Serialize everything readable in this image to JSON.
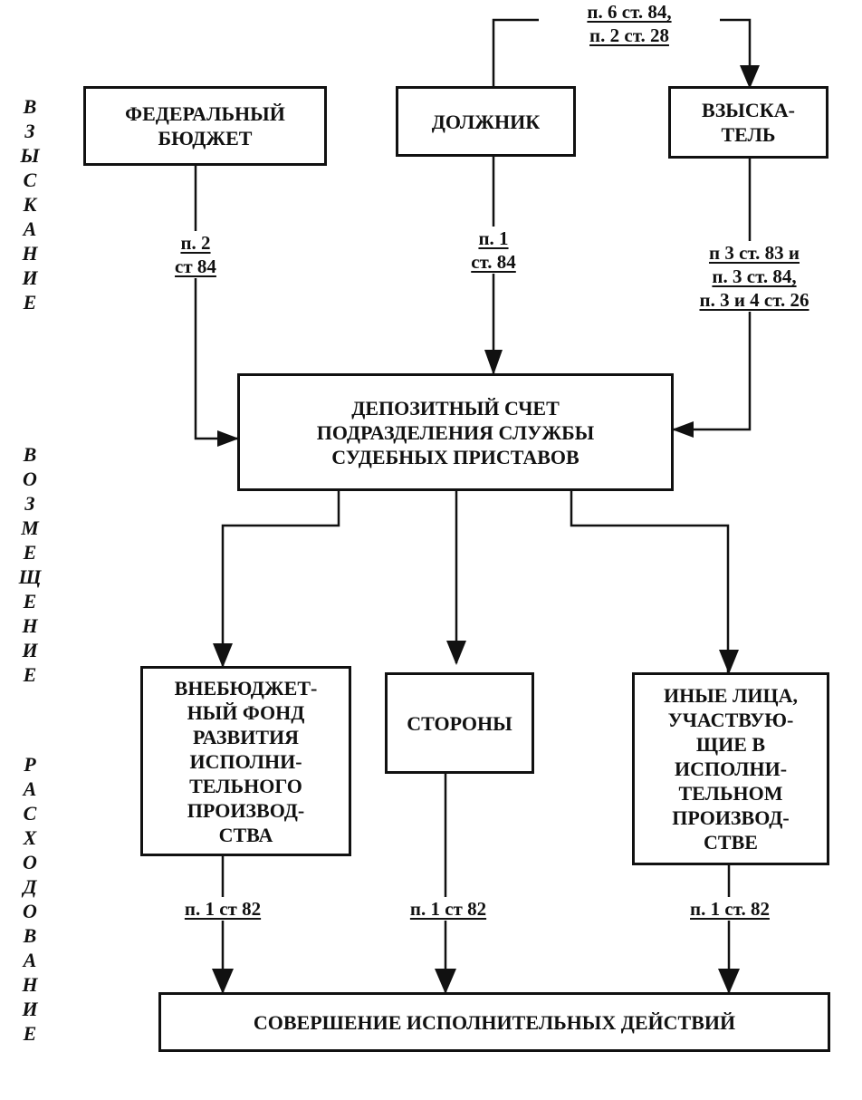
{
  "side_labels": {
    "vzyskanie": "ВЗЫСКАНИЕ",
    "vozmeshchenie": "ВОЗМЕЩЕНИЕ",
    "raskhodovanie": "РАСХОДОВАНИЕ"
  },
  "nodes": {
    "federal_budget": "ФЕДЕРАЛЬНЫЙ\nБЮДЖЕТ",
    "debtor": "ДОЛЖНИК",
    "claimant": "ВЗЫСКА-\nТЕЛЬ",
    "deposit_account": "ДЕПОЗИТНЫЙ СЧЕТ\nПОДРАЗДЕЛЕНИЯ СЛУЖБЫ\nСУДЕБНЫХ ПРИСТАВОВ",
    "extrabudget_fund": "ВНЕБЮДЖЕТ-\nНЫЙ ФОНД\nРАЗВИТИЯ\nИСПОЛНИ-\nТЕЛЬНОГО\nПРОИЗВОД-\nСТВА",
    "parties": "СТОРОНЫ",
    "other_persons": "ИНЫЕ ЛИЦА,\nУЧАСТВУЮ-\nЩИЕ В\nИСПОЛНИ-\nТЕЛЬНОМ\nПРОИЗВОД-\nСТВЕ",
    "enforcement_actions": "СОВЕРШЕНИЕ ИСПОЛНИТЕЛЬНЫХ ДЕЙСТВИЙ"
  },
  "edge_labels": {
    "debtor_to_claimant": "п. 6 ст. 84,\nп. 2 ст. 28",
    "budget_to_deposit": "п. 2\nст 84",
    "debtor_to_deposit": "п. 1\nст. 84",
    "claimant_to_deposit": "п 3 ст. 83 и\nп. 3 ст. 84,\nп. 3 и 4 ст. 26",
    "fund_to_actions": "п. 1 ст 82",
    "parties_to_actions": "п. 1 ст 82",
    "others_to_actions": "п. 1 ст. 82"
  },
  "edges": [
    {
      "from": "debtor",
      "to": "claimant",
      "label": "debtor_to_claimant"
    },
    {
      "from": "federal_budget",
      "to": "deposit_account",
      "label": "budget_to_deposit"
    },
    {
      "from": "debtor",
      "to": "deposit_account",
      "label": "debtor_to_deposit"
    },
    {
      "from": "claimant",
      "to": "deposit_account",
      "label": "claimant_to_deposit"
    },
    {
      "from": "deposit_account",
      "to": "extrabudget_fund"
    },
    {
      "from": "deposit_account",
      "to": "parties"
    },
    {
      "from": "deposit_account",
      "to": "other_persons"
    },
    {
      "from": "extrabudget_fund",
      "to": "enforcement_actions",
      "label": "fund_to_actions"
    },
    {
      "from": "parties",
      "to": "enforcement_actions",
      "label": "parties_to_actions"
    },
    {
      "from": "other_persons",
      "to": "enforcement_actions",
      "label": "others_to_actions"
    }
  ]
}
